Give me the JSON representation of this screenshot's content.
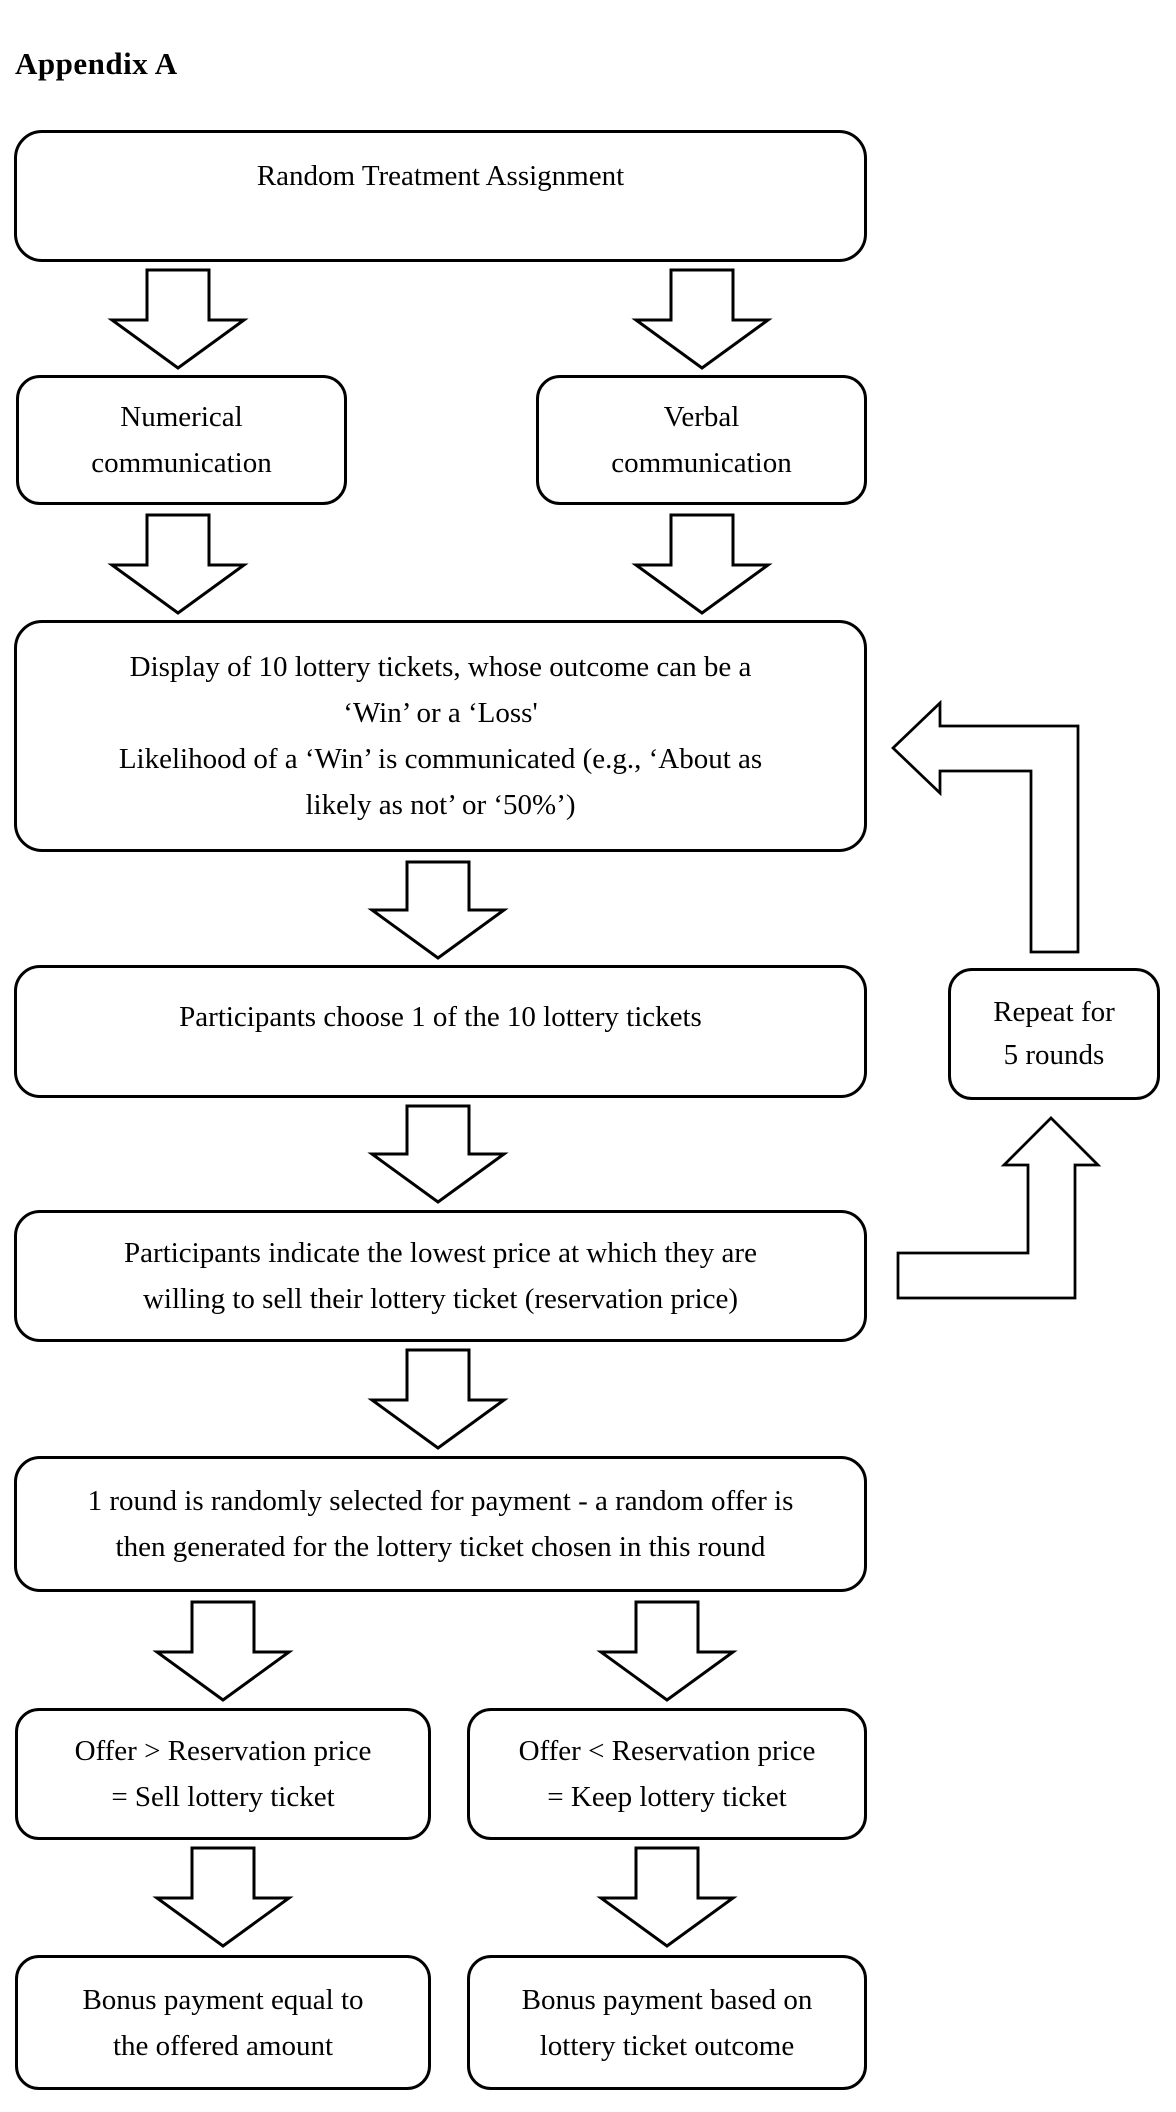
{
  "page": {
    "title": "Appendix A"
  },
  "flowchart": {
    "style": {
      "stroke_color": "#000000",
      "fill_color": "#ffffff",
      "text_color": "#000000"
    },
    "nodes": [
      {
        "id": "random-treatment-assignment",
        "lines": [
          "Random Treatment Assignment"
        ]
      },
      {
        "id": "numerical-communication",
        "lines": [
          "Numerical",
          "communication"
        ]
      },
      {
        "id": "verbal-communication",
        "lines": [
          "Verbal",
          "communication"
        ]
      },
      {
        "id": "lottery-display",
        "lines": [
          "Display of 10 lottery tickets, whose outcome can be a",
          "‘Win’ or a ‘Loss'",
          "Likelihood of a ‘Win’ is communicated (e.g., ‘About as",
          "likely as not’ or ‘50%’)"
        ]
      },
      {
        "id": "choose-ticket",
        "lines": [
          "Participants choose 1 of the 10 lottery tickets"
        ]
      },
      {
        "id": "repeat-rounds",
        "lines": [
          "Repeat for",
          "5 rounds"
        ]
      },
      {
        "id": "reservation-price",
        "lines": [
          "Participants indicate the lowest price at which they are",
          "willing to sell their lottery ticket (reservation price)"
        ]
      },
      {
        "id": "random-payment-round",
        "lines": [
          "1 round is randomly selected for payment - a random offer is",
          "then generated for the lottery ticket chosen in this round"
        ]
      },
      {
        "id": "sell-ticket",
        "lines": [
          "Offer > Reservation price",
          "= Sell lottery ticket"
        ]
      },
      {
        "id": "keep-ticket",
        "lines": [
          "Offer < Reservation price",
          "= Keep lottery ticket"
        ]
      },
      {
        "id": "bonus-offered-amount",
        "lines": [
          "Bonus payment equal to",
          "the offered amount"
        ]
      },
      {
        "id": "bonus-ticket-outcome",
        "lines": [
          "Bonus payment based on",
          "lottery ticket outcome"
        ]
      }
    ]
  }
}
